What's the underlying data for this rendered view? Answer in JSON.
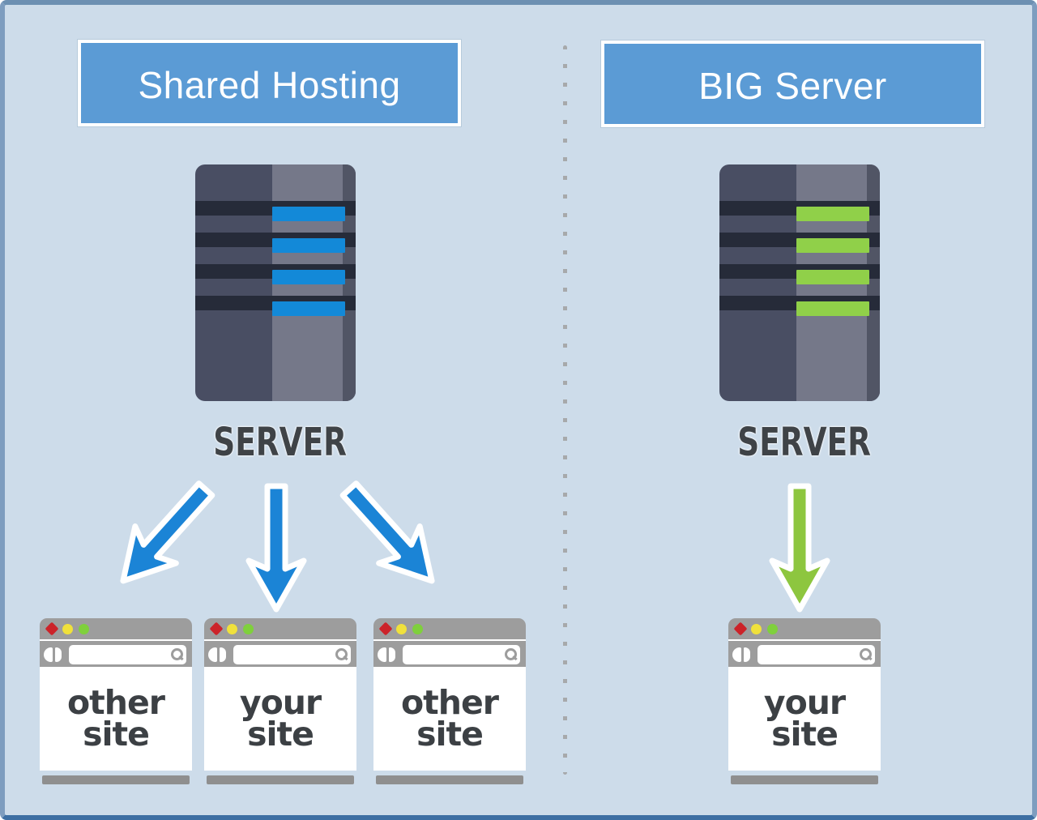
{
  "left_panel": {
    "header": "Shared Hosting",
    "server_label": "SERVER",
    "sites": [
      "other site",
      "your site",
      "other site"
    ]
  },
  "right_panel": {
    "header": "BIG Server",
    "server_label": "SERVER",
    "sites": [
      "your site"
    ]
  },
  "icons": {
    "server": "server-tower-icon",
    "arrows_left_panel": [
      "arrow-down-left-icon",
      "arrow-down-icon",
      "arrow-down-right-icon"
    ],
    "arrow_right_panel": "arrow-down-icon",
    "browser_dots": [
      "close-dot-icon",
      "minimize-dot-icon",
      "maximize-dot-icon"
    ],
    "address_bar": [
      "back-forward-icon",
      "search-icon"
    ]
  },
  "colors": {
    "background": "#cddcea",
    "frame_border": "#7e9dbf",
    "frame_border_top": "#6d90b2",
    "frame_border_bottom": "#3d6fa3",
    "header_fill": "#5b9bd5",
    "header_text": "#ffffff",
    "divider_dot": "#a7a9ab",
    "server_dark": "#494e63",
    "server_light": "#757889",
    "server_stripe": "#262b39",
    "led_blue": "#1389d8",
    "led_green": "#90d049",
    "arrow_blue": "#1b84d6",
    "arrow_green": "#8dc63f",
    "browser_chrome": "#9d9d9d",
    "dot_red": "#cc2329",
    "dot_yellow": "#f0e13b",
    "dot_green": "#7fd03c",
    "site_text": "#3c4044",
    "server_label_text": "#3f4347"
  }
}
